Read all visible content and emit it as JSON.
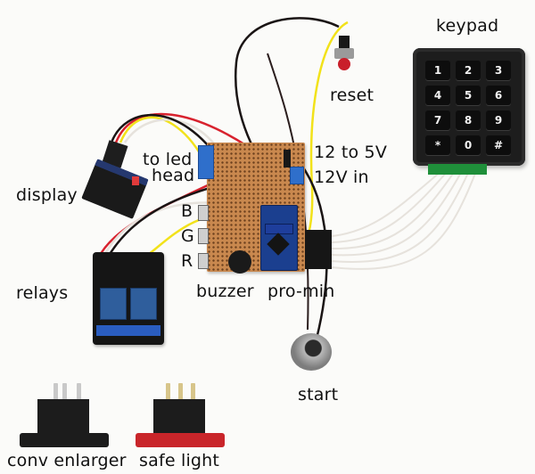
{
  "photo": {
    "subject": "Darkroom timer electronics laid out on white background",
    "labels": {
      "keypad": "keypad",
      "reset": "reset",
      "to_led_head_line1": "to led",
      "to_led_head_line2": "head",
      "v12_to_5v": "12 to 5V",
      "v12_in": "12V in",
      "display": "display",
      "b": "B",
      "g": "G",
      "r": "R",
      "relays": "relays",
      "buzzer": "buzzer",
      "pro_mini": "pro-min",
      "start": "start",
      "conv_enlarger": "conv enlarger",
      "safe_light": "safe light"
    },
    "keypad_keys": [
      "1",
      "2",
      "3",
      "4",
      "5",
      "6",
      "7",
      "8",
      "9",
      "*",
      "0",
      "#"
    ],
    "colors": {
      "background": "#fbfbf9",
      "wire_red": "#d8222e",
      "wire_yellow": "#f2e21a",
      "wire_black": "#1a1414",
      "wire_white": "#e6e2dc",
      "wire_blue": "#2a47c9",
      "wire_green": "#1d8a3a",
      "socket_red": "#c9252a",
      "socket_black": "#1c1c1c"
    }
  }
}
